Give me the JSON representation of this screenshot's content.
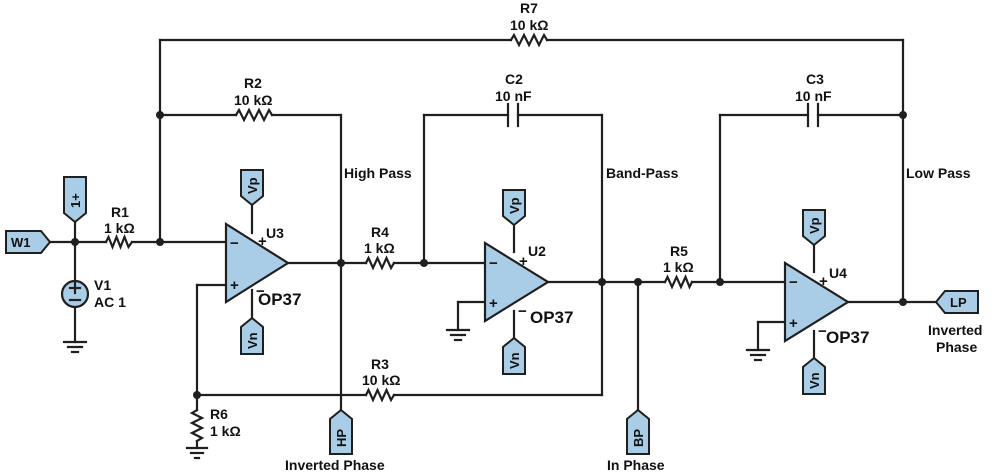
{
  "components": {
    "r1": {
      "ref": "R1",
      "value": "1 kΩ"
    },
    "r2": {
      "ref": "R2",
      "value": "10 kΩ"
    },
    "r3": {
      "ref": "R3",
      "value": "10 kΩ"
    },
    "r4": {
      "ref": "R4",
      "value": "1 kΩ"
    },
    "r5": {
      "ref": "R5",
      "value": "1 kΩ"
    },
    "r6": {
      "ref": "R6",
      "value": "1 kΩ"
    },
    "r7": {
      "ref": "R7",
      "value": "10 kΩ"
    },
    "c2": {
      "ref": "C2",
      "value": "10 nF"
    },
    "c3": {
      "ref": "C3",
      "value": "10 nF"
    },
    "v1": {
      "ref": "V1",
      "value": "AC 1"
    }
  },
  "opamps": {
    "u3": {
      "ref": "U3",
      "part": "OP37"
    },
    "u2": {
      "ref": "U2",
      "part": "OP37"
    },
    "u4": {
      "ref": "U4",
      "part": "OP37"
    },
    "minus": "−",
    "plus": "+"
  },
  "supply": {
    "vp": "Vp",
    "vn": "Vn"
  },
  "ports": {
    "w1": "W1",
    "one_plus": "1+",
    "hp": "HP",
    "bp": "BP",
    "lp": "LP"
  },
  "signals": {
    "high_pass": "High Pass",
    "band_pass": "Band-Pass",
    "low_pass": "Low Pass",
    "hp_phase": "Inverted Phase",
    "bp_phase": "In Phase",
    "lp_phase_1": "Inverted",
    "lp_phase_2": "Phase"
  }
}
